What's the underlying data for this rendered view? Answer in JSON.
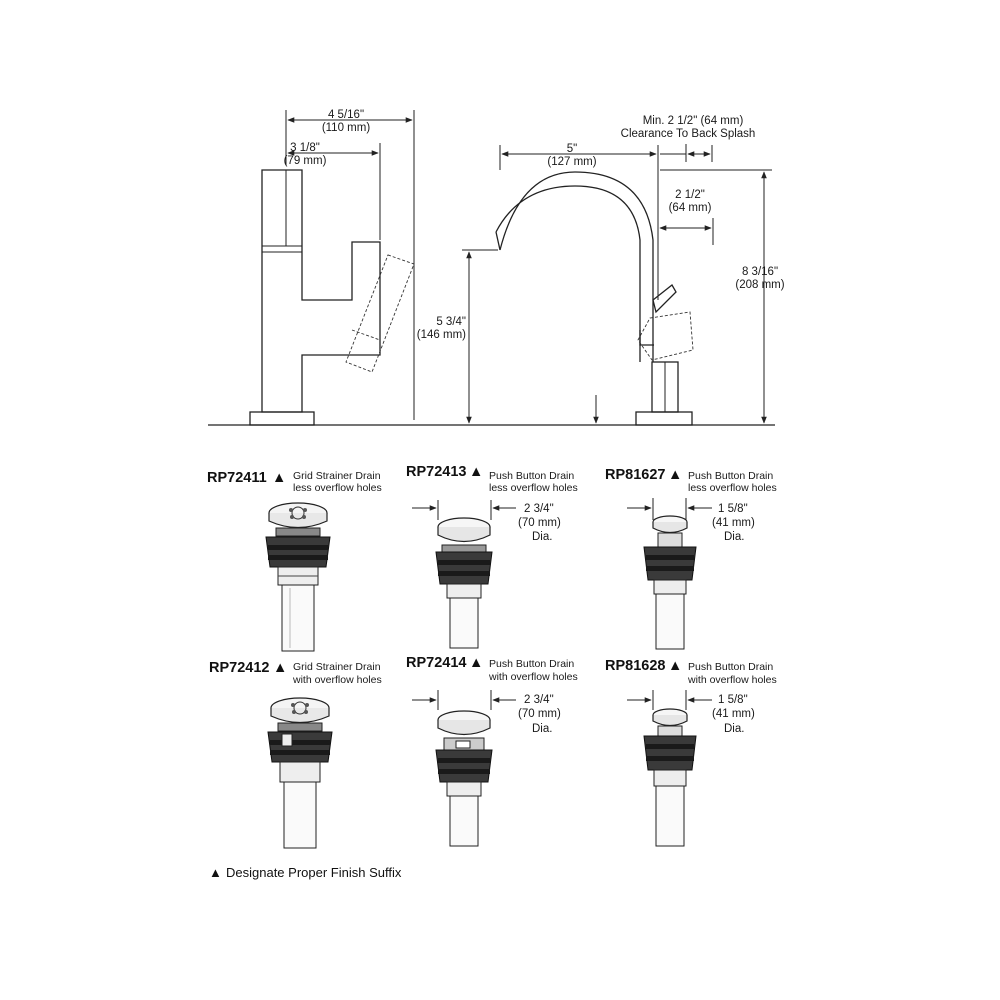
{
  "faucet": {
    "side_dims": [
      {
        "value": "4 5/16\"",
        "metric": "(110 mm)"
      },
      {
        "value": "3 1/8\"",
        "metric": "(79 mm)"
      }
    ],
    "front_dims": {
      "spout_reach": {
        "value": "5\"",
        "metric": "(127 mm)"
      },
      "clearance": {
        "line1": "Min. 2 1/2\" (64 mm)",
        "line2": "Clearance To Back Splash"
      },
      "handle": {
        "value": "2 1/2\"",
        "metric": "(64 mm)"
      },
      "spout_height": {
        "value": "5 3/4\"",
        "metric": "(146 mm)"
      },
      "overall_height": {
        "value": "8 3/16\"",
        "metric": "(208 mm)"
      }
    }
  },
  "drains": [
    {
      "code": "RP72411",
      "line1": "Grid Strainer Drain",
      "line2": "less overflow holes"
    },
    {
      "code": "RP72413",
      "line1": "Push Button Drain",
      "line2": "less overflow holes",
      "dim": {
        "value": "2 3/4\"",
        "metric": "(70 mm)",
        "suffix": "Dia."
      }
    },
    {
      "code": "RP81627",
      "line1": "Push Button Drain",
      "line2": "less overflow holes",
      "dim": {
        "value": "1 5/8\"",
        "metric": "(41 mm)",
        "suffix": "Dia."
      }
    },
    {
      "code": "RP72412",
      "line1": "Grid Strainer Drain",
      "line2": "with overflow holes"
    },
    {
      "code": "RP72414",
      "line1": "Push Button Drain",
      "line2": "with overflow holes",
      "dim": {
        "value": "2 3/4\"",
        "metric": "(70 mm)",
        "suffix": "Dia."
      }
    },
    {
      "code": "RP81628",
      "line1": "Push Button Drain",
      "line2": "with overflow holes",
      "dim": {
        "value": "1 5/8\"",
        "metric": "(41 mm)",
        "suffix": "Dia."
      }
    }
  ],
  "footnote": "Designate Proper Finish Suffix",
  "triangle_glyph": "▲"
}
